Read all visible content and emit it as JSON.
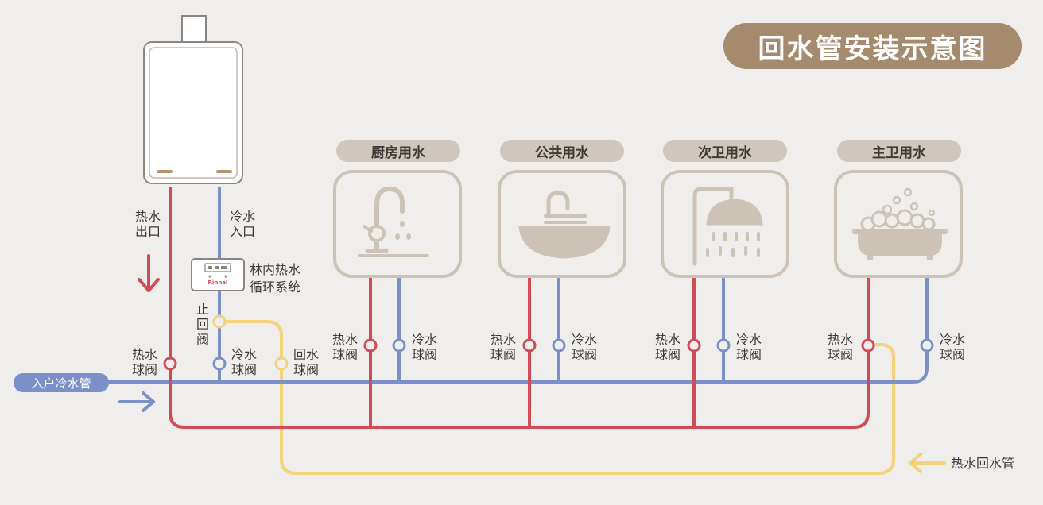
{
  "title": "回水管安装示意图",
  "rooms": [
    {
      "name": "厨房用水",
      "icon": "faucet-icon"
    },
    {
      "name": "公共用水",
      "icon": "sink-icon"
    },
    {
      "name": "次卫用水",
      "icon": "shower-icon"
    },
    {
      "name": "主卫用水",
      "icon": "bathtub-icon"
    }
  ],
  "heater": {
    "hot_outlet": [
      "热水",
      "出口"
    ],
    "cold_inlet": [
      "冷水",
      "入口"
    ]
  },
  "controller": {
    "label": [
      "林内热水",
      "循环系统"
    ],
    "brand": "Rinnai"
  },
  "check_valve": [
    "止",
    "回",
    "阀"
  ],
  "valves": {
    "hot": [
      "热水",
      "球阀"
    ],
    "cold": [
      "冷水",
      "球阀"
    ],
    "return": [
      "回水",
      "球阀"
    ]
  },
  "inlet_pipe": "入户冷水管",
  "return_pipe": "热水回水管",
  "colors": {
    "hot": "#d24a55",
    "cold": "#7b8fc9",
    "return": "#f3d27a",
    "icon": "#cdc2b6",
    "title_bg": "#a58a6d",
    "background": "#efeeed"
  }
}
